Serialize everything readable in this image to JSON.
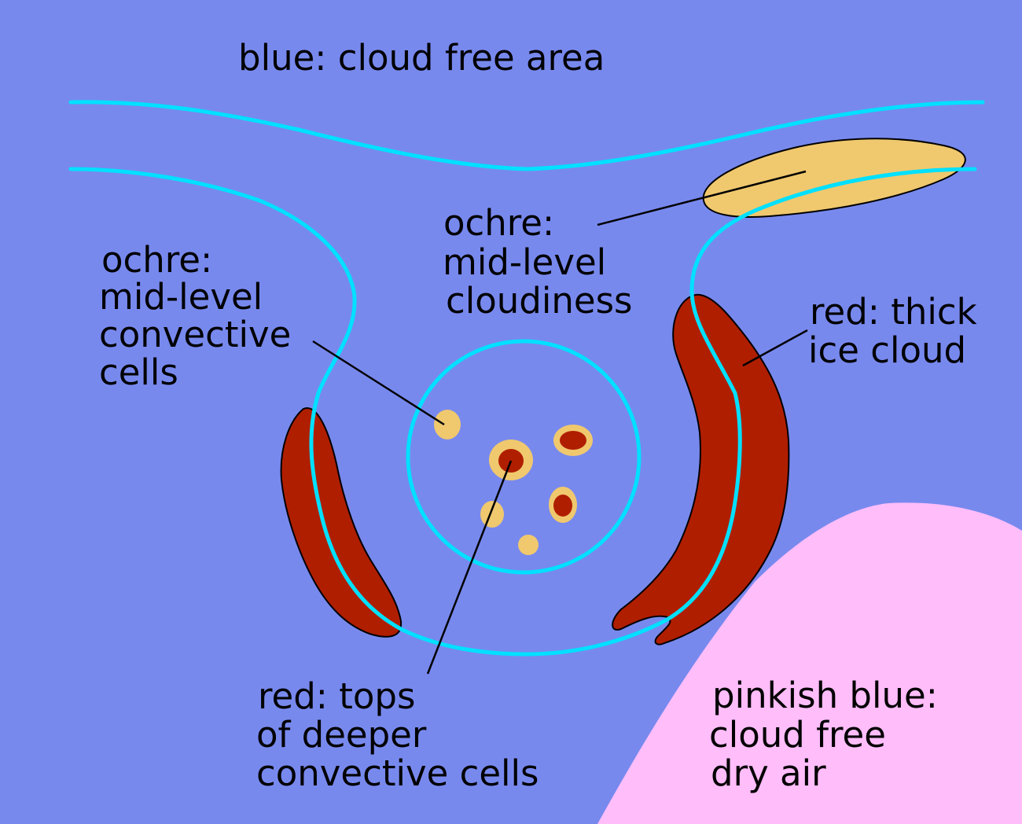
{
  "colors": {
    "background": "#7889ee",
    "cyan_lines": "#00e0ff",
    "ochre": "#f0c86e",
    "red": "#b01e00",
    "pinkish_blue": "#ffbdfa",
    "text": "#000000"
  },
  "labels": {
    "cloud_free_area": "blue: cloud free area",
    "convective_cells": [
      "ochre:",
      "mid-level",
      "convective",
      "cells"
    ],
    "cloudiness": [
      "ochre:",
      "mid-level",
      "cloudiness"
    ],
    "ice_cloud": [
      "red: thick",
      "ice cloud"
    ],
    "tops": [
      "red: tops",
      "of deeper",
      "convective cells"
    ],
    "dry_air": [
      "pinkish blue:",
      "cloud free",
      "dry air"
    ]
  }
}
